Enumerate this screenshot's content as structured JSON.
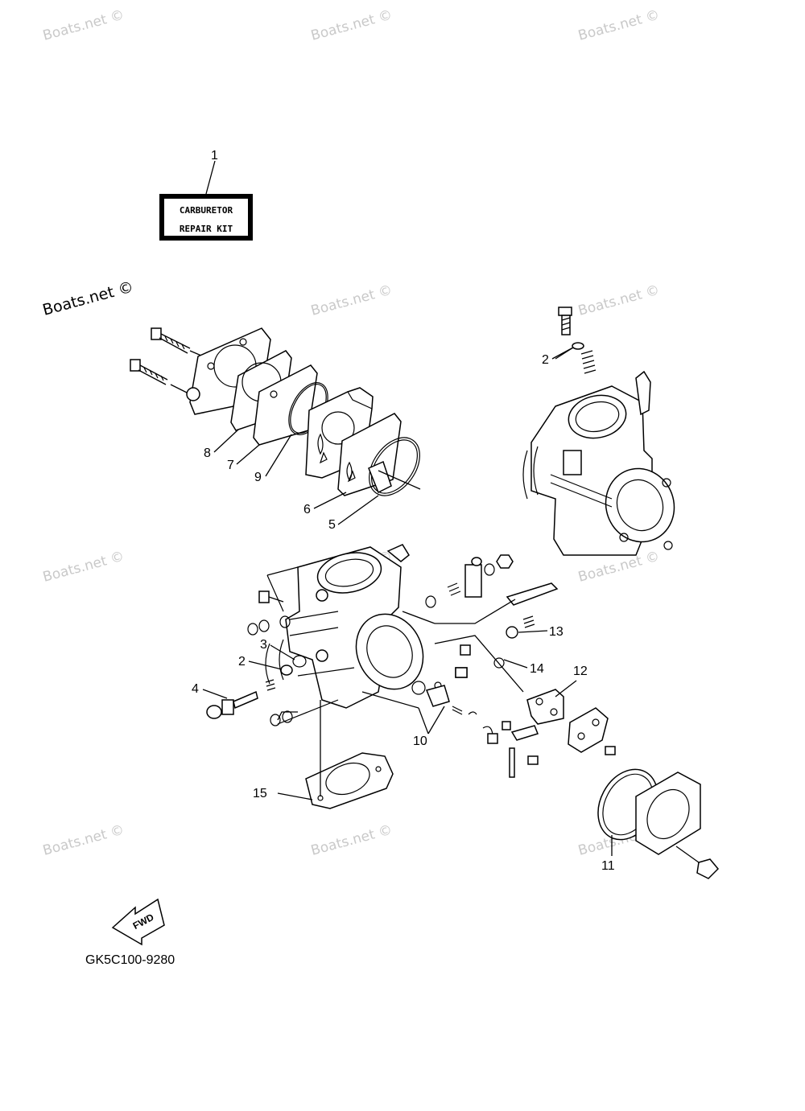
{
  "watermark": {
    "text": "Boats.net ©"
  },
  "repair_kit": {
    "line1": "CARBURETOR",
    "line2": "REPAIR KIT"
  },
  "fwd_label": "FWD",
  "part_number": "GK5C100-9280",
  "callouts": {
    "c1": "1",
    "c2a": "2",
    "c2b": "2",
    "c3": "3",
    "c4": "4",
    "c5": "5",
    "c6": "6",
    "c7": "7",
    "c8": "8",
    "c9": "9",
    "c10": "10",
    "c11": "11",
    "c12": "12",
    "c13": "13",
    "c14": "14",
    "c15": "15"
  }
}
